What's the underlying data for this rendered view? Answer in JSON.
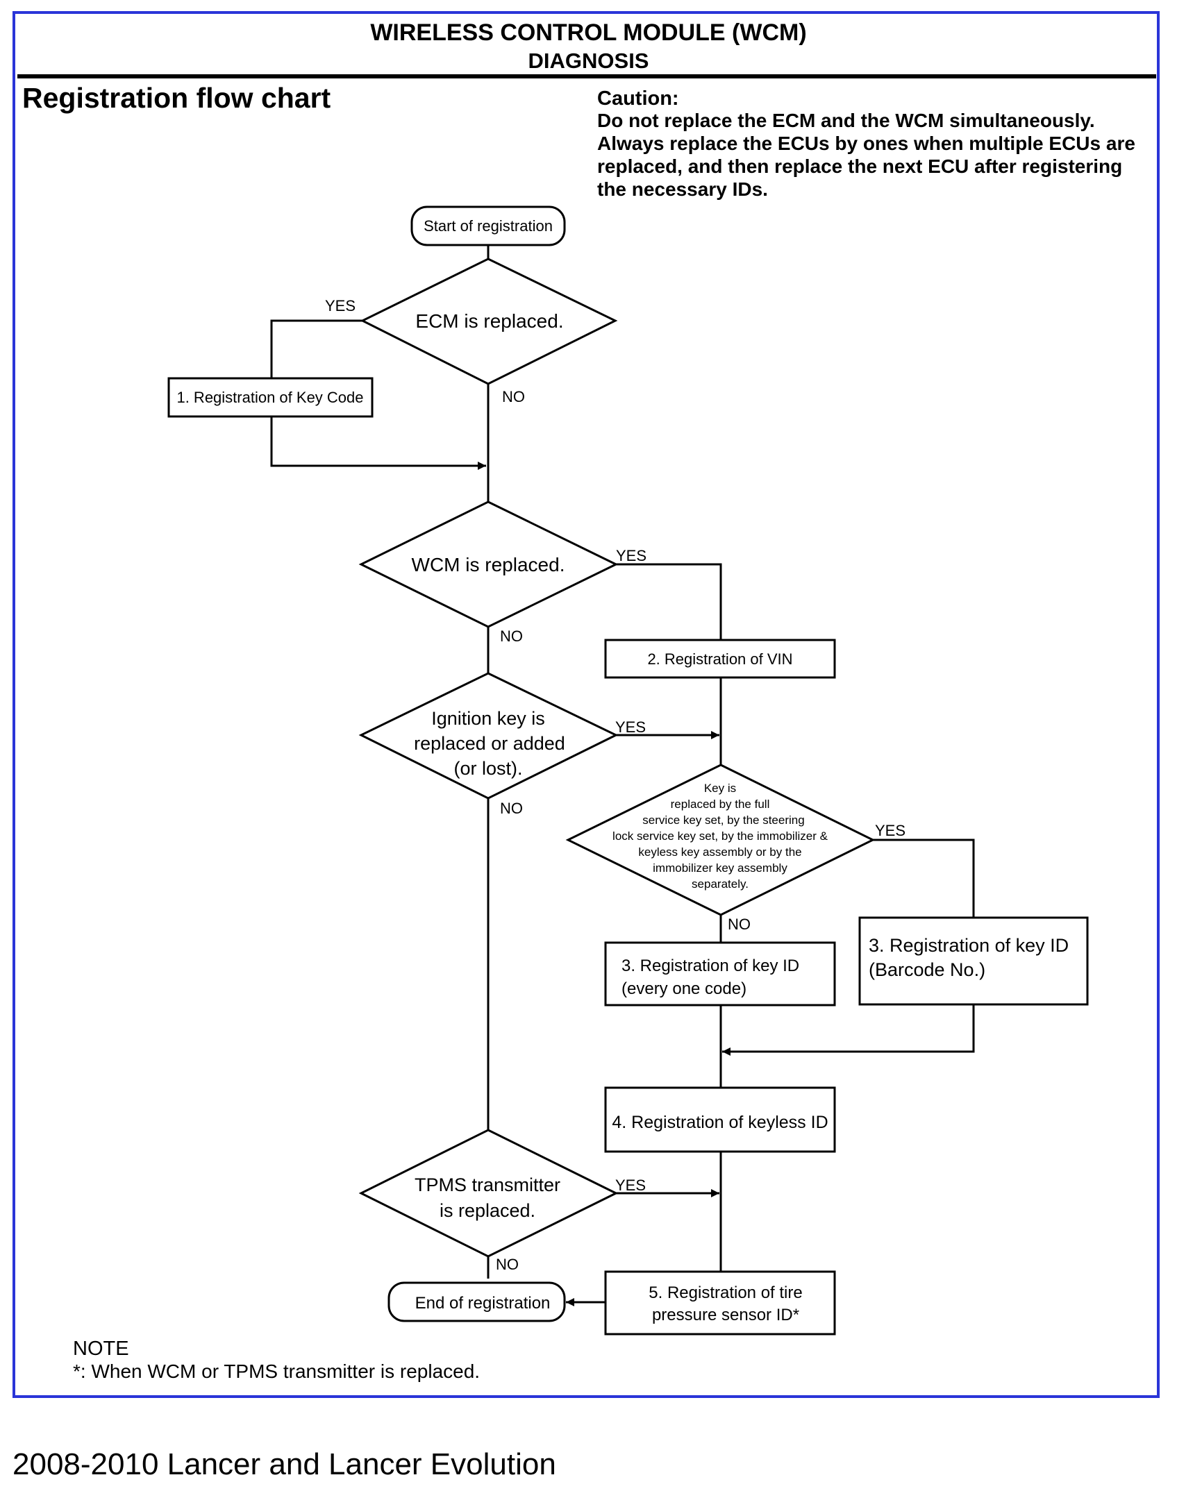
{
  "header": {
    "title": "WIRELESS CONTROL MODULE (WCM)",
    "subtitle": "DIAGNOSIS"
  },
  "section_title": "Registration flow chart",
  "caution": {
    "heading": "Caution:",
    "lines": [
      "Do not replace the ECM and the WCM simultaneously.",
      "Always replace the ECUs by ones when multiple ECUs are",
      "replaced, and then replace the next ECU after registering",
      "the necessary IDs."
    ]
  },
  "flowchart": {
    "start": "Start of registration",
    "ecm_decision": [
      "ECM is replaced."
    ],
    "step1": "1. Registration of Key Code",
    "wcm_decision": [
      "WCM is replaced."
    ],
    "step2": "2. Registration of VIN",
    "ignition_decision": [
      "Ignition key is",
      "replaced or added",
      "(or lost)."
    ],
    "key_decision": [
      "Key is",
      "replaced by the full",
      "service key set, by the steering",
      "lock service key set, by the immobilizer &",
      "keyless key assembly or by the",
      "immobilizer key assembly",
      "separately."
    ],
    "step3a": [
      "3. Registration of key ID",
      "(every one code)"
    ],
    "step3b": [
      "3. Registration of key ID",
      "(Barcode No.)"
    ],
    "step4": "4. Registration of keyless ID",
    "tpms_decision": [
      "TPMS transmitter",
      "is replaced."
    ],
    "step5": [
      "5. Registration of tire",
      "pressure sensor ID*"
    ],
    "end": "End of registration",
    "yes_label": "YES",
    "no_label": "NO"
  },
  "note": {
    "heading": "NOTE",
    "text": "*: When WCM or TPMS transmitter is replaced."
  },
  "footer": "2008-2010 Lancer and Lancer Evolution",
  "colors": {
    "frame_border": "#2a35d8"
  }
}
